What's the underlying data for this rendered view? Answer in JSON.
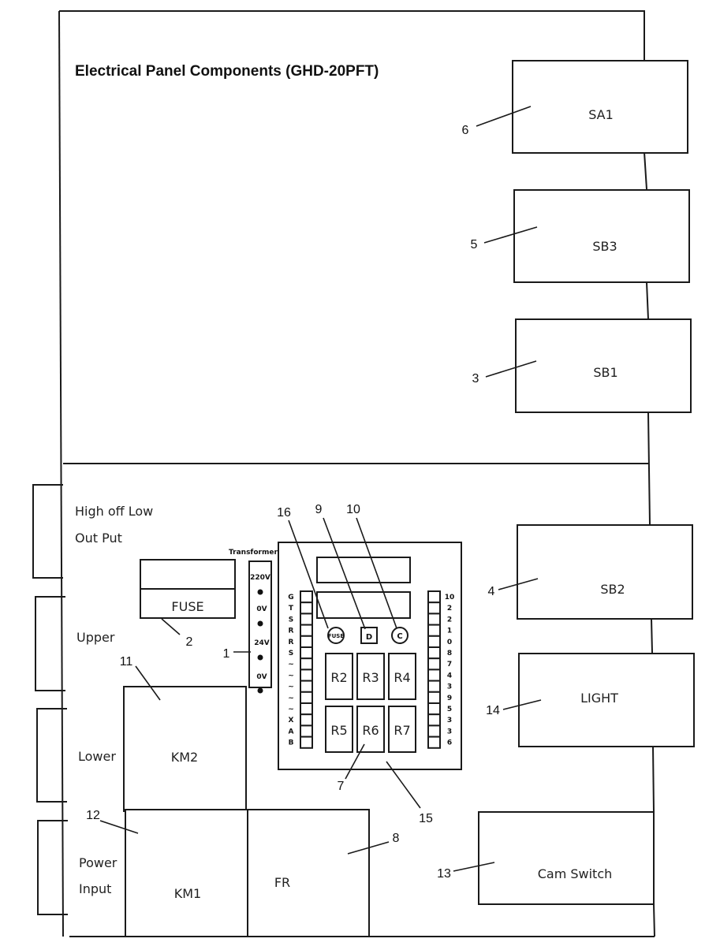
{
  "title": "Electrical Panel Components (GHD-20PFT)",
  "left_labels": {
    "switch_label_1": "High off Low",
    "switch_label_2": "Out Put",
    "upper": "Upper",
    "lower": "Lower",
    "power_1": "Power",
    "power_2": "Input"
  },
  "components": {
    "sa1": "SA1",
    "sb3": "SB3",
    "sb1": "SB1",
    "sb2": "SB2",
    "light": "LIGHT",
    "cam_switch": "Cam Switch",
    "fuse": "FUSE",
    "km2": "KM2",
    "km1": "KM1",
    "fr": "FR"
  },
  "transformer": {
    "title": "Transformer",
    "terminals": [
      "220V",
      "0V",
      "24V",
      "0V"
    ]
  },
  "board": {
    "indicators": [
      "FUSE",
      "D",
      "C"
    ],
    "relays": [
      "R2",
      "R3",
      "R4",
      "R5",
      "R6",
      "R7"
    ],
    "left_terminals": [
      "G",
      "T",
      "S",
      "R",
      "R",
      "S",
      "~",
      "~",
      "~",
      "~",
      "~",
      "X",
      "A",
      "B"
    ],
    "right_terminals": [
      "10",
      "2",
      "2",
      "1",
      "0",
      "8",
      "7",
      "4",
      "3",
      "9",
      "5",
      "3",
      "3",
      "6"
    ]
  },
  "callouts": {
    "n1": "1",
    "n2": "2",
    "n3": "3",
    "n4": "4",
    "n5": "5",
    "n6": "6",
    "n7": "7",
    "n8": "8",
    "n9": "9",
    "n10": "10",
    "n11": "11",
    "n12": "12",
    "n13": "13",
    "n14": "14",
    "n15": "15",
    "n16": "16"
  }
}
